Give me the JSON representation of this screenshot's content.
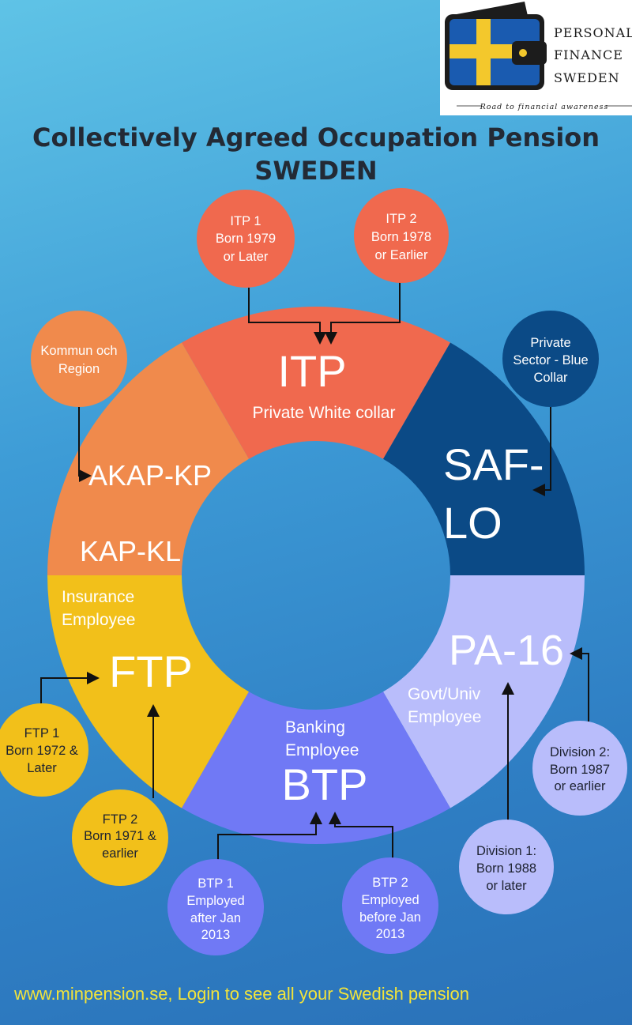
{
  "logo": {
    "line1": "PERSONAL",
    "line2": "FINANCE",
    "line3": "SWEDEN",
    "tagline": "Road to financial awareness",
    "flag_blue": "#1a5bb0",
    "flag_yellow": "#f3c82c"
  },
  "title": {
    "line1": "Collectively Agreed Occupation Pension",
    "line2": "SWEDEN"
  },
  "segments": {
    "itp": {
      "name": "ITP",
      "desc": "Private White collar",
      "color": "#f0694e"
    },
    "saflo": {
      "name_line1": "SAF-",
      "name_line2": "LO",
      "color": "#0b4a86"
    },
    "pa16": {
      "name": "PA-16",
      "desc_line1": "Govt/Univ",
      "desc_line2": "Employee",
      "color": "#b9bdfb"
    },
    "btp": {
      "desc_line1": "Banking",
      "desc_line2": "Employee",
      "name": "BTP",
      "color": "#7079f5"
    },
    "ftp": {
      "desc_line1": "Insurance",
      "desc_line2": "Employee",
      "name": "FTP",
      "color": "#f2c01a"
    },
    "kap": {
      "name_line1": "AKAP-KP",
      "name_line2": "KAP-KL",
      "color": "#f08a4c"
    }
  },
  "bubbles": {
    "itp1": [
      "ITP 1",
      "Born 1979",
      "or Later"
    ],
    "itp2": [
      "ITP 2",
      "Born 1978",
      "or Earlier"
    ],
    "kommun": [
      "Kommun och",
      "Region"
    ],
    "private_blue": [
      "Private",
      "Sector - Blue",
      "Collar"
    ],
    "ftp1": [
      "FTP 1",
      "Born 1972 &",
      "Later"
    ],
    "ftp2": [
      "FTP 2",
      "Born 1971 &",
      "earlier"
    ],
    "btp1": [
      "BTP 1",
      "Employed",
      "after Jan",
      "2013"
    ],
    "btp2": [
      "BTP 2",
      "Employed",
      "before Jan",
      "2013"
    ],
    "div1": [
      "Division 1:",
      "Born 1988",
      "or later"
    ],
    "div2": [
      "Division 2:",
      "Born 1987",
      "or earlier"
    ]
  },
  "footer": "www.minpension.se, Login to see all your Swedish pension"
}
